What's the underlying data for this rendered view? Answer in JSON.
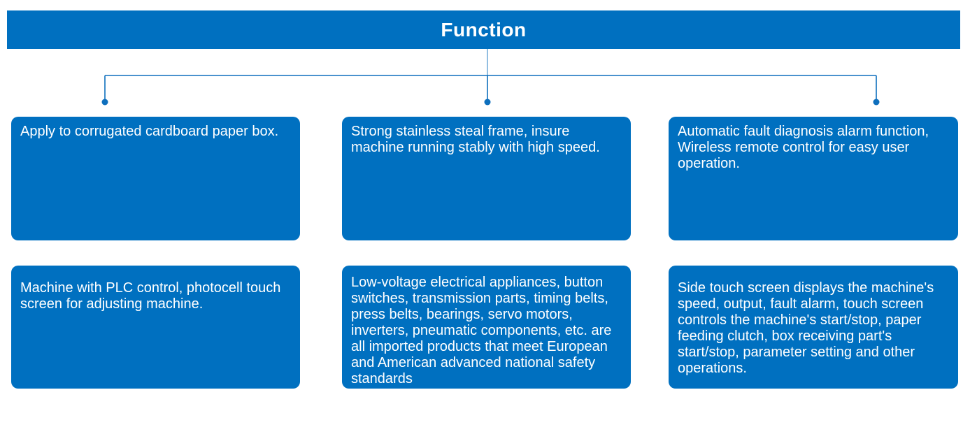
{
  "header": {
    "title": "Function"
  },
  "colors": {
    "primary_blue": "#0070C0",
    "connector_blue": "#0E6FBD",
    "text_white": "#FFFFFF",
    "background": "#FFFFFF"
  },
  "boxes": [
    {
      "id": "apply-corrugated",
      "text": "Apply to corrugated cardboard paper box."
    },
    {
      "id": "stainless-frame",
      "text": "Strong stainless steal frame, insure machine running stably with high speed."
    },
    {
      "id": "fault-diagnosis",
      "text": "Automatic fault diagnosis alarm function, Wireless remote control for easy user operation."
    },
    {
      "id": "plc-control",
      "text": "Machine with PLC control, photocell touch screen for adjusting machine."
    },
    {
      "id": "imported-components",
      "text": "Low-voltage electrical appliances, button switches, transmission parts, timing belts, press belts, bearings, servo motors, inverters, pneumatic components, etc. are all imported products that meet European and American advanced national safety standards"
    },
    {
      "id": "side-touch-screen",
      "text": "Side touch screen displays the machine's speed, output, fault alarm, touch screen controls the machine's start/stop, paper feeding clutch, box receiving part's start/stop, parameter setting and other operations."
    }
  ]
}
